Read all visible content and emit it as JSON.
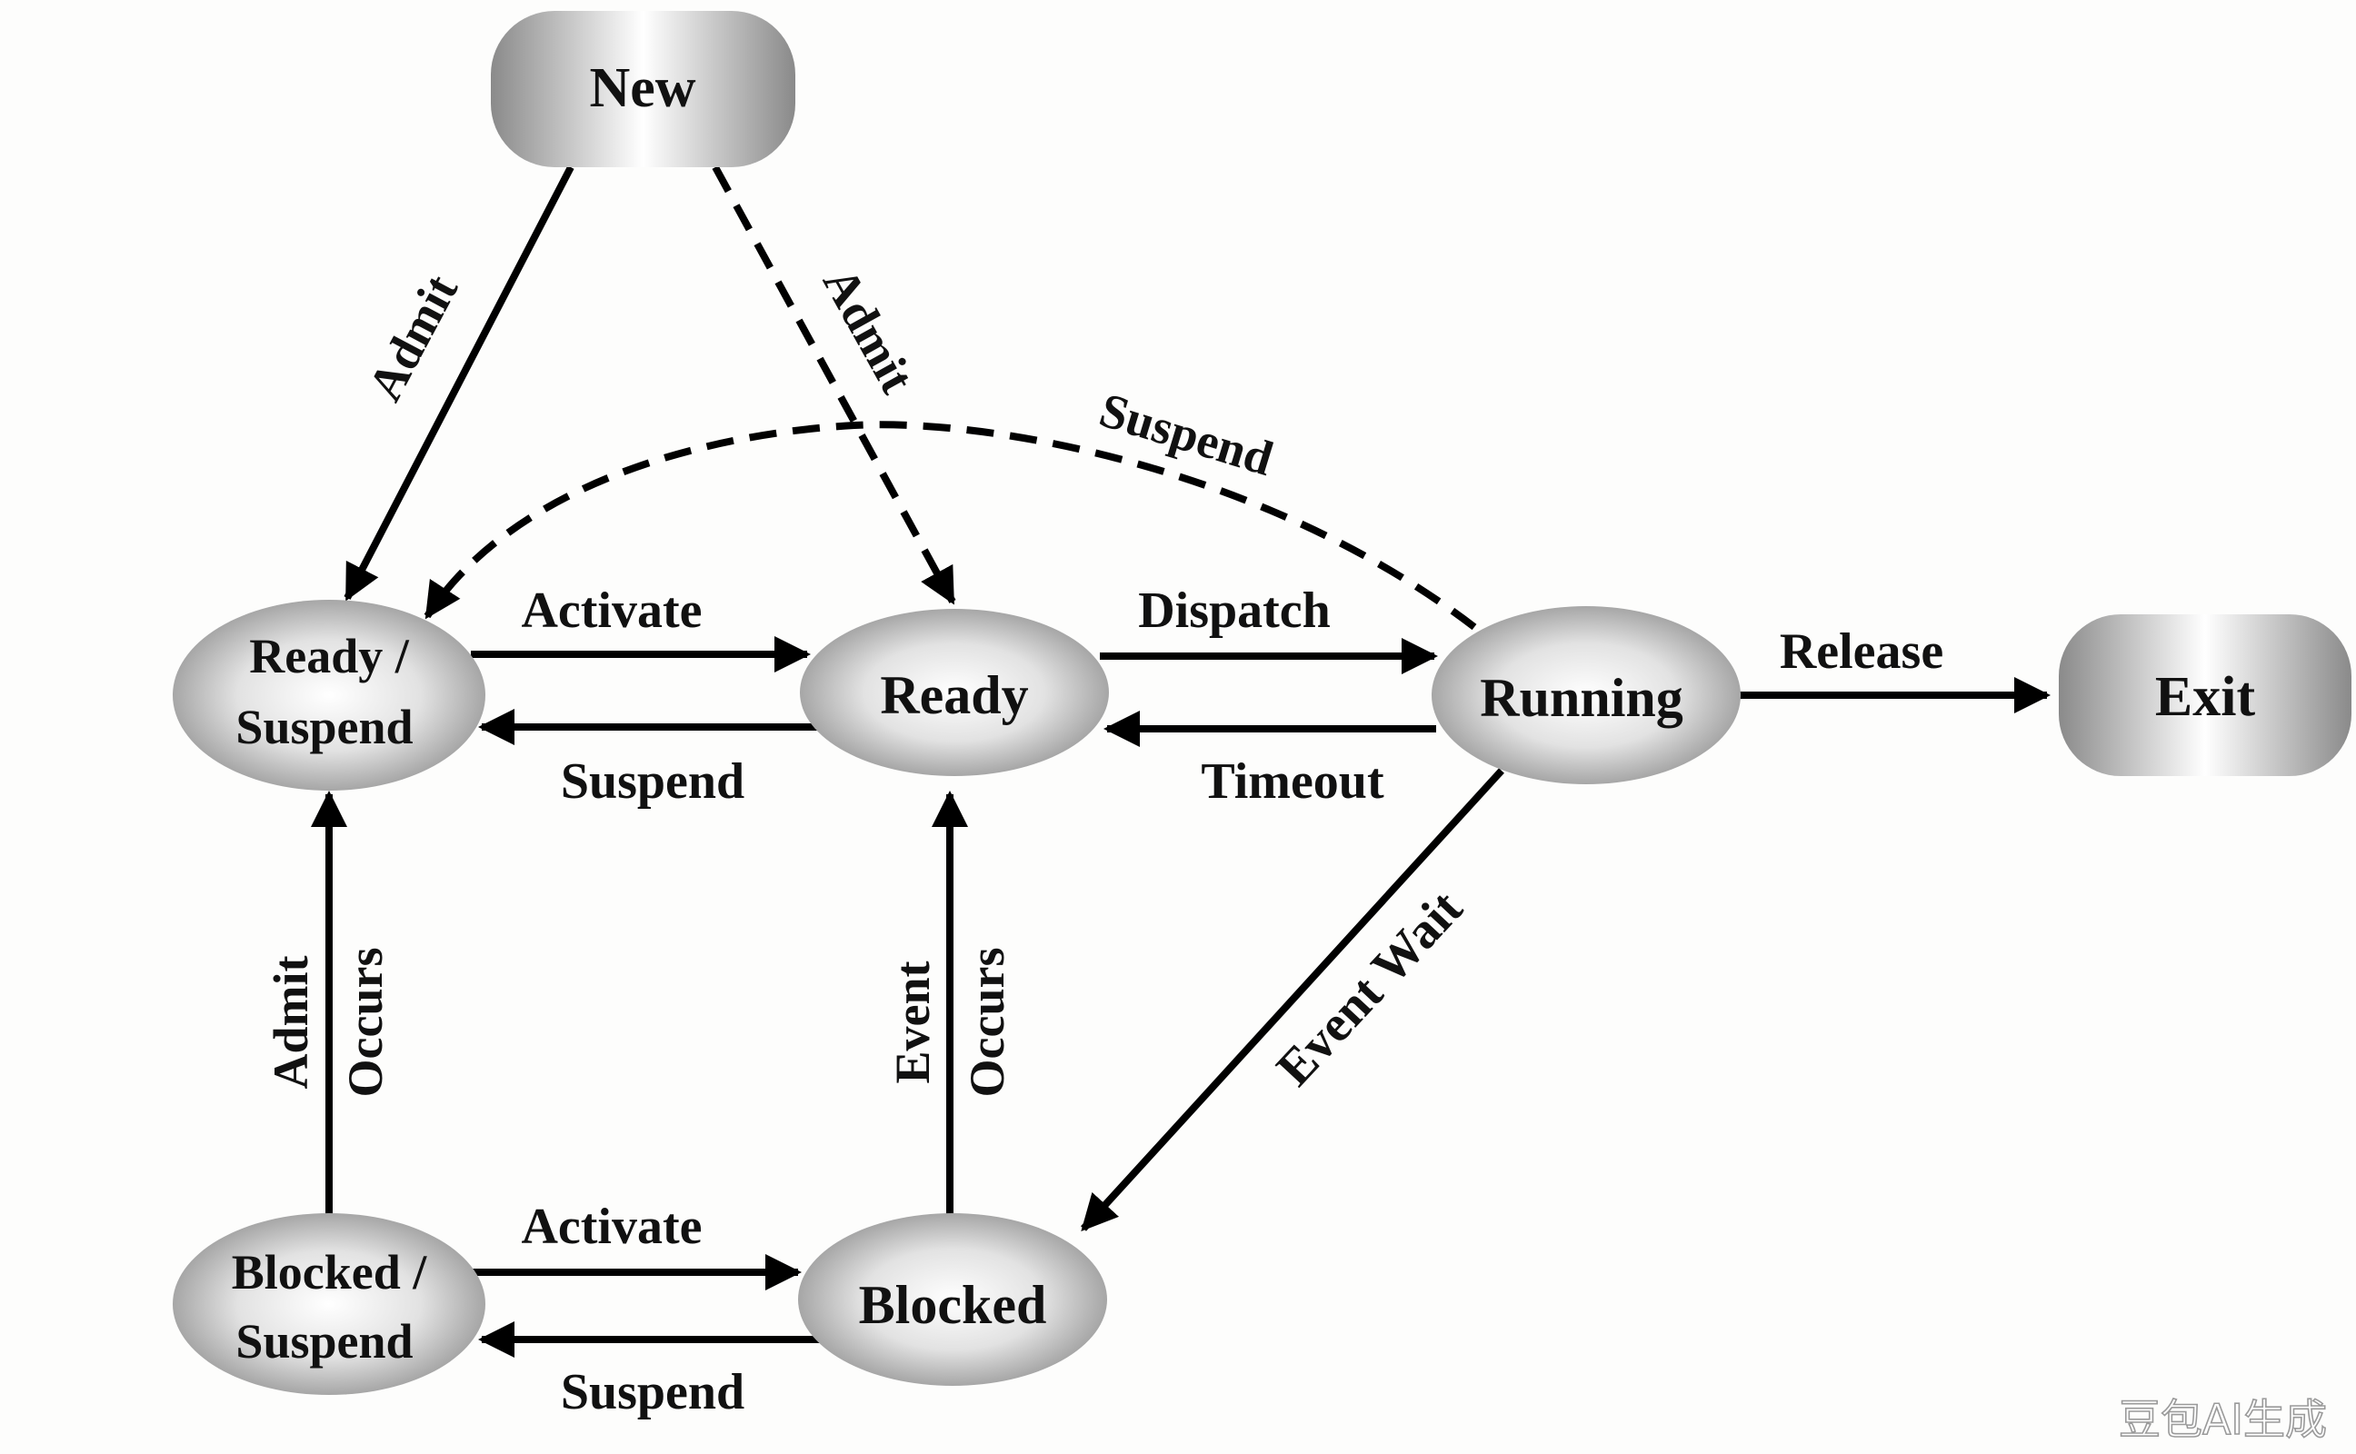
{
  "nodes": {
    "new": {
      "label": "New"
    },
    "ready_suspend": {
      "line1": "Ready /",
      "line2": "Suspend"
    },
    "ready": {
      "label": "Ready"
    },
    "running": {
      "label": "Running"
    },
    "exit": {
      "label": "Exit"
    },
    "blocked_suspend": {
      "line1": "Blocked /",
      "line2": "Suspend"
    },
    "blocked": {
      "label": "Blocked"
    }
  },
  "edges": {
    "new_to_ready_suspend": "Admit",
    "new_to_ready": "Admit",
    "running_to_ready_suspend": "Suspend",
    "ready_suspend_to_ready": "Activate",
    "ready_to_ready_suspend": "Suspend",
    "ready_to_running": "Dispatch",
    "running_to_ready": "Timeout",
    "running_to_exit": "Release",
    "running_to_blocked": "Event Wait",
    "blocked_suspend_to_ready_suspend": {
      "line1": "Admit",
      "line2": "Occurs"
    },
    "blocked_to_ready": {
      "line1": "Event",
      "line2": "Occurs"
    },
    "blocked_suspend_to_blocked": "Activate",
    "blocked_to_blocked_suspend": "Suspend"
  },
  "watermark": "豆包AI生成"
}
